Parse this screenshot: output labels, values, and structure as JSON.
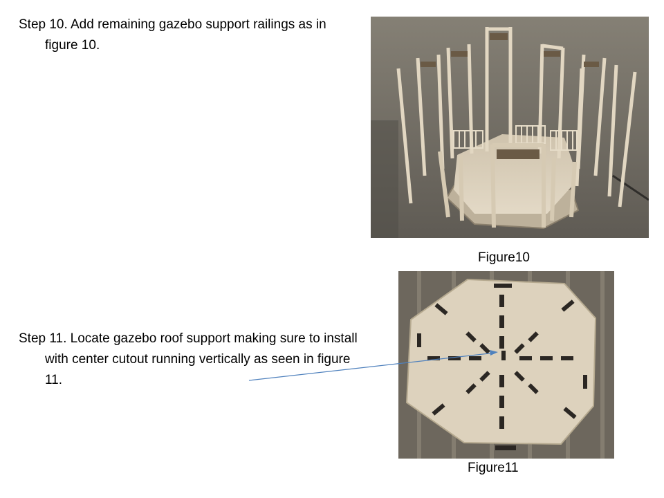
{
  "steps": [
    {
      "text": "Step 10. Add remaining gazebo support railings as in figure 10."
    },
    {
      "text": "Step 11. Locate gazebo roof support making sure to install with center cutout running vertically as seen in figure 11."
    }
  ],
  "figures": [
    {
      "caption": "Figure10"
    },
    {
      "caption": "Figure11"
    }
  ],
  "colors": {
    "arrow": "#4f81bd",
    "wood": "#d9cdb7",
    "floor": "#6b665e"
  }
}
